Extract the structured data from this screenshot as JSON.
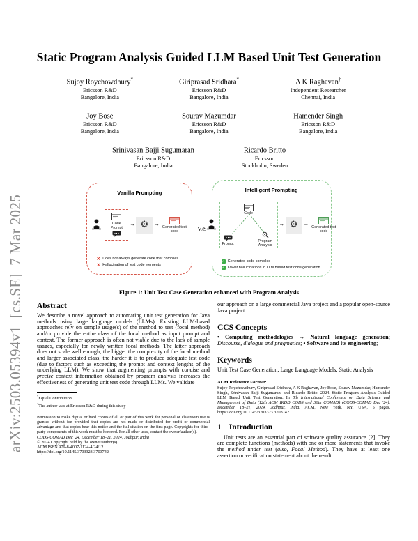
{
  "watermark": {
    "text": "arXiv:2503.05394v1  [cs.SE]  7 Mar 2025"
  },
  "title": "Static Program Analysis Guided LLM Based Unit Test Generation",
  "colors": {
    "vanilla_border": "#d65548",
    "intelligent_border": "#8bc98f",
    "cross_red": "#d92b1c",
    "check_green": "#3fae49",
    "watermark_gray": "#8c8c8c"
  },
  "icons": {
    "cross": "×",
    "check": "✓",
    "arrow": "→",
    "gear": "⚙"
  },
  "authors": {
    "row1": [
      {
        "name": "Sujoy Roychowdhury",
        "mark": "*",
        "affil1": "Ericsson R&D",
        "affil2": "Bangalore, India"
      },
      {
        "name": "Giriprasad Sridhara",
        "mark": "*",
        "affil1": "Ericsson R&D",
        "affil2": "Bangalore, India"
      },
      {
        "name": "A K Raghavan",
        "mark": "†",
        "affil1": "Independent Researcher",
        "affil2": "Chennai, India"
      }
    ],
    "row2": [
      {
        "name": "Joy Bose",
        "mark": "",
        "affil1": "Ericsson R&D",
        "affil2": "Bangalore, India"
      },
      {
        "name": "Sourav Mazumdar",
        "mark": "",
        "affil1": "Ericsson R&D",
        "affil2": "Bangalore, India"
      },
      {
        "name": "Hamender Singh",
        "mark": "",
        "affil1": "Ericsson R&D",
        "affil2": "Bangalore, India"
      }
    ],
    "row3": [
      {
        "name": "Srinivasan Bajji Sugumaran",
        "mark": "",
        "affil1": "Ericsson R&D",
        "affil2": "Bangalore, India"
      },
      {
        "name": "Ricardo Britto",
        "mark": "",
        "affil1": "Ericsson",
        "affil2": "Stockholm, Sweden"
      }
    ]
  },
  "figure": {
    "vanilla": {
      "title": "Vanilla Prompting",
      "code_label": "Code",
      "prompt_label": "Prompt",
      "output_label": "Generated test code",
      "cons": [
        "Does not always generate code that compiles",
        "Hallucination of test code elements"
      ]
    },
    "vs": "V/S",
    "intelligent": {
      "title": "Intelligent Prompting",
      "code_label": "Code",
      "prompt_label": "Prompt",
      "analysis_label": "Program Analysis",
      "output_label": "Generated test code",
      "pros": [
        "Generated code compiles",
        "Lower hallucinations in LLM based test code generation"
      ]
    },
    "caption": "Figure 1: Unit Test Case Generation enhanced with Program Analysis"
  },
  "abstract": {
    "heading": "Abstract",
    "runs": [
      {
        "t": "We describe a novel approach to automating unit test generation for Java methods using large language models (LLMs). Existing LLM-based approaches rely on sample usage(s) of the method to test (focal method) and/or provide the entire class of the focal method as input prompt and context. The former approach is often not viable due to the lack of sample usages, especially for newly written focal methods. The latter approach does not scale well enough; the bigger the complexity of the focal method and larger associated class, the harder it is to produce adequate test code (due to factors such as exceeding the prompt and context lengths of the underlying LLM). We show that augmenting prompts with "
      },
      {
        "t": "concise",
        "s": "i"
      },
      {
        "t": " and "
      },
      {
        "t": "precise",
        "s": "i"
      },
      {
        "t": " context information obtained by program analysis increases the effectiveness of generating unit test code through LLMs. We validate"
      }
    ]
  },
  "footnotes": [
    {
      "mark": "*",
      "text": "Equal Contribution"
    },
    {
      "mark": "†",
      "text": "The author was at Ericsson R&D during this study"
    }
  ],
  "permission": {
    "notice": "Permission to make digital or hard copies of all or part of this work for personal or classroom use is granted without fee provided that copies are not made or distributed for profit or commercial advantage and that copies bear this notice and the full citation on the first page. Copyrights for third-party components of this work must be honored. For all other uses, contact the owner/author(s).",
    "conference": "CODS-COMAD Dec '24, December 18–21, 2024, Jodhpur, India",
    "copyright": "© 2024 Copyright held by the owner/author(s).",
    "isbn": "ACM ISBN 979-8-4007-1124-4/24/12",
    "doi": "https://doi.org/10.1145/3703323.3703742"
  },
  "right_column": {
    "continuation": "our approach on a large commercial Java project and a popular open-source Java project.",
    "ccs": {
      "heading": "CCS Concepts",
      "runs": [
        {
          "t": "• Computing methodologies → Natural language generation",
          "s": "b"
        },
        {
          "t": "; "
        },
        {
          "t": "Discourse, dialogue and pragmatics",
          "s": "i"
        },
        {
          "t": "; "
        },
        {
          "t": "• Software and its engineering",
          "s": "b"
        },
        {
          "t": ";"
        }
      ]
    },
    "keywords": {
      "heading": "Keywords",
      "text": "Unit Test Case Generation, Large Language Models, Static Analysis"
    },
    "acm_ref": {
      "heading": "ACM Reference Format:",
      "runs": [
        {
          "t": "Sujoy Roychowdhury, Giriprasad Sridhara, A K Raghavan, Joy Bose, Sourav Mazumdar, Hamender Singh, Srinivasan Bajji Sugumaran, and Ricardo Britto. 2024. Static Program Analysis Guided LLM Based Unit Test Generation. In "
        },
        {
          "t": "8th International Conference on Data Science and Management of Data (12th ACM IKDD CODS and 30th COMAD) (CODS-COMAD Dec '24), December 18–21, 2024, Jodhpur, India.",
          "s": "i"
        },
        {
          "t": " ACM, New York, NY, USA, 5 pages. https://doi.org/10.1145/3703323.3703742"
        }
      ]
    },
    "intro": {
      "number": "1",
      "heading": "Introduction",
      "runs": [
        {
          "t": "Unit tests are an essential part of software quality assurance [2]. They are complete functions (methods) with one or more statements that invoke the "
        },
        {
          "t": "method under test",
          "s": "i"
        },
        {
          "t": " ("
        },
        {
          "t": "also, Focal Method",
          "s": "i"
        },
        {
          "t": "). They have at least one assertion or verification statement about the result"
        }
      ]
    }
  }
}
